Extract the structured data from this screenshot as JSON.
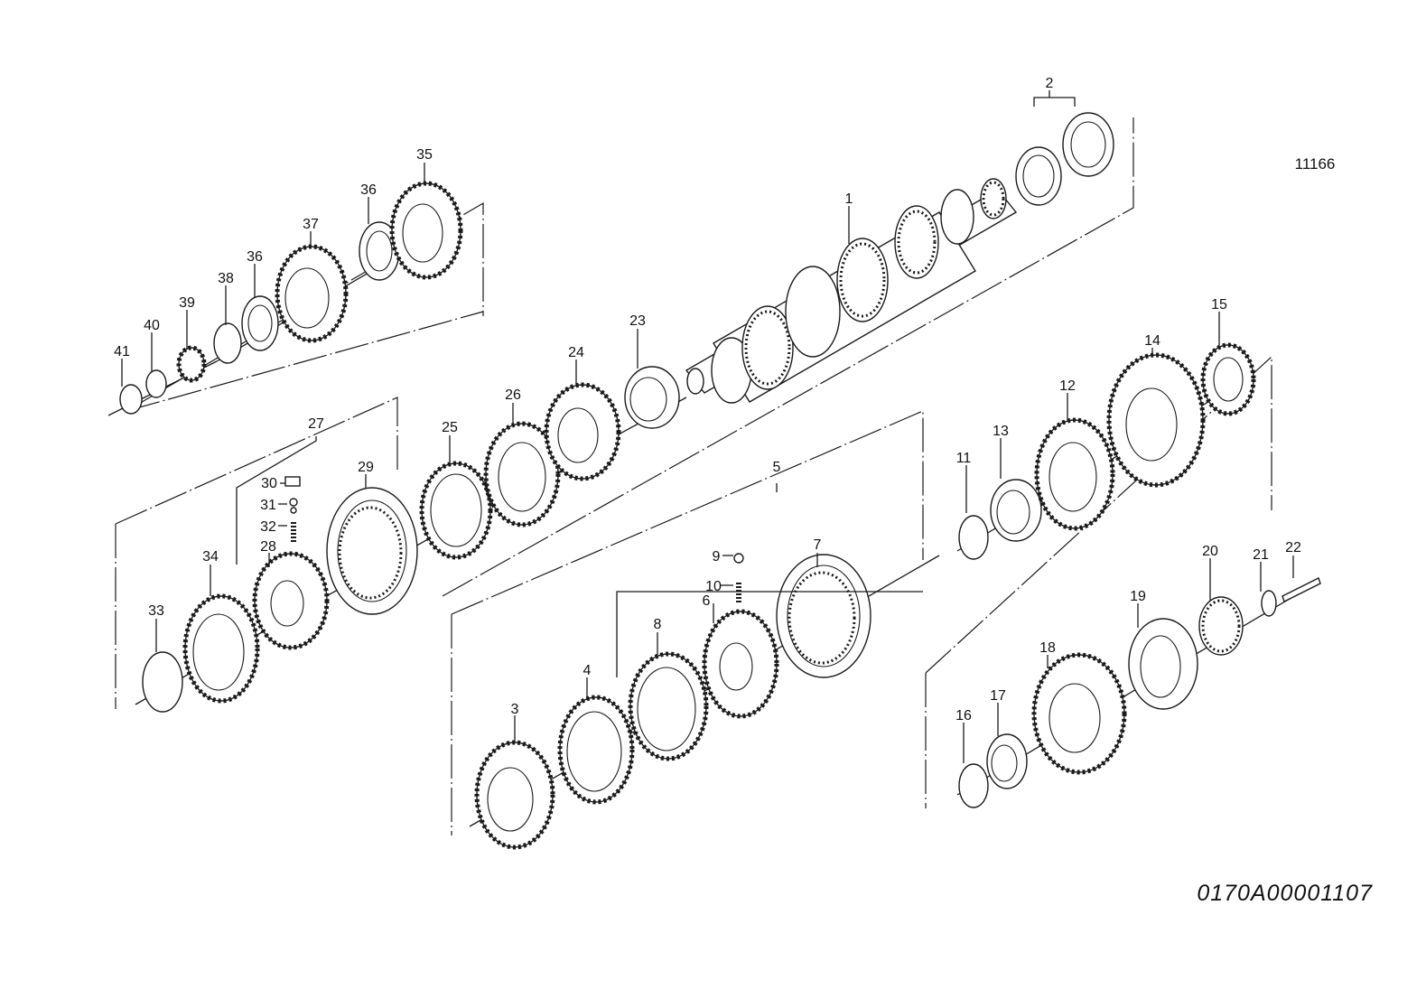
{
  "drawing_number": "11166",
  "document_code": "0170A00001107",
  "callouts": [
    "1",
    "2",
    "3",
    "4",
    "5",
    "6",
    "7",
    "8",
    "9",
    "10",
    "11",
    "12",
    "13",
    "14",
    "15",
    "16",
    "17",
    "18",
    "19",
    "20",
    "21",
    "22",
    "23",
    "24",
    "25",
    "26",
    "27",
    "28",
    "29",
    "30",
    "31",
    "32",
    "33",
    "34",
    "35",
    "36",
    "37",
    "38",
    "39",
    "40",
    "41"
  ],
  "callout_36_second": "36"
}
